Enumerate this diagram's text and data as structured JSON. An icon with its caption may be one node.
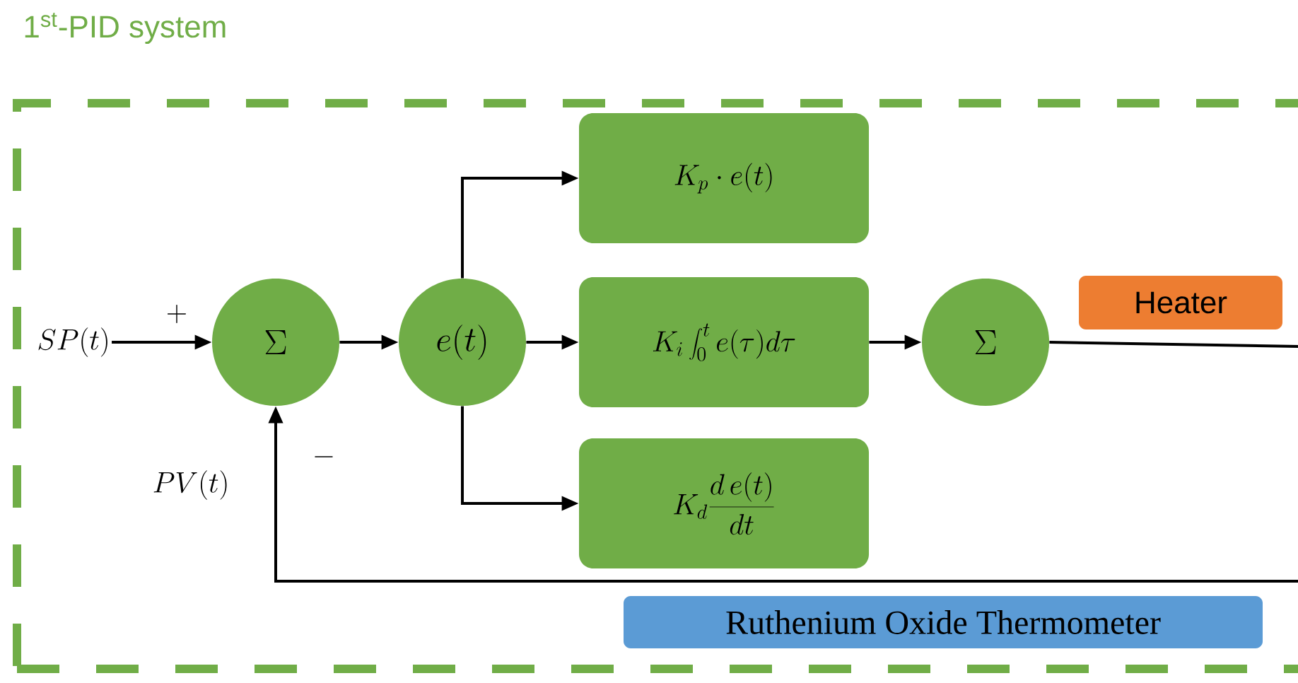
{
  "diagram": {
    "nodes": [
      {
        "text": [
          "1$^{st}$-PID system"
        ]
      },
      {
        "text": [
          "SP(t)"
        ],
        "in": 0
      },
      {
        "text": [
          "\\Sigma"
        ],
        "in": 0
      },
      {
        "text": [
          "e(t)"
        ],
        "in": 0
      },
      {
        "text": [
          "K_p \\cdot e(t)"
        ],
        "in": 0
      },
      {
        "text": [
          "K_i \\int_0^t e(\\tau) d\\tau"
        ],
        "in": 0
      },
      {
        "text": [
          "K_d \\frac{d\\,e(t)}{dt}"
        ],
        "in": 0
      },
      {
        "text": [
          "\\Sigma"
        ],
        "in": 0
      },
      {
        "text": [
          "Heater"
        ],
        "in": 0
      },
      {
        "text": [
          "Ruthenium Oxide Thermometer"
        ],
        "in": 0
      }
    ],
    "edges": [
      {
        "from": 1,
        "to": 2,
        "arrow": "to"
      },
      {
        "from": 2,
        "to": 3,
        "arrow": "to"
      },
      {
        "from": 3,
        "to": 4,
        "arrow": "to"
      },
      {
        "from": 3,
        "to": 5,
        "arrow": "to"
      },
      {
        "from": 3,
        "to": 6,
        "arrow": "to"
      },
      {
        "from": 5,
        "to": 7,
        "arrow": "to"
      },
      {
        "from": 7,
        "to": null,
        "arrow": "none"
      },
      {
        "from": null,
        "to": 2,
        "arrow": "to"
      }
    ],
    "labels": [
      "+",
      "PV(t)",
      "-"
    ]
  }
}
